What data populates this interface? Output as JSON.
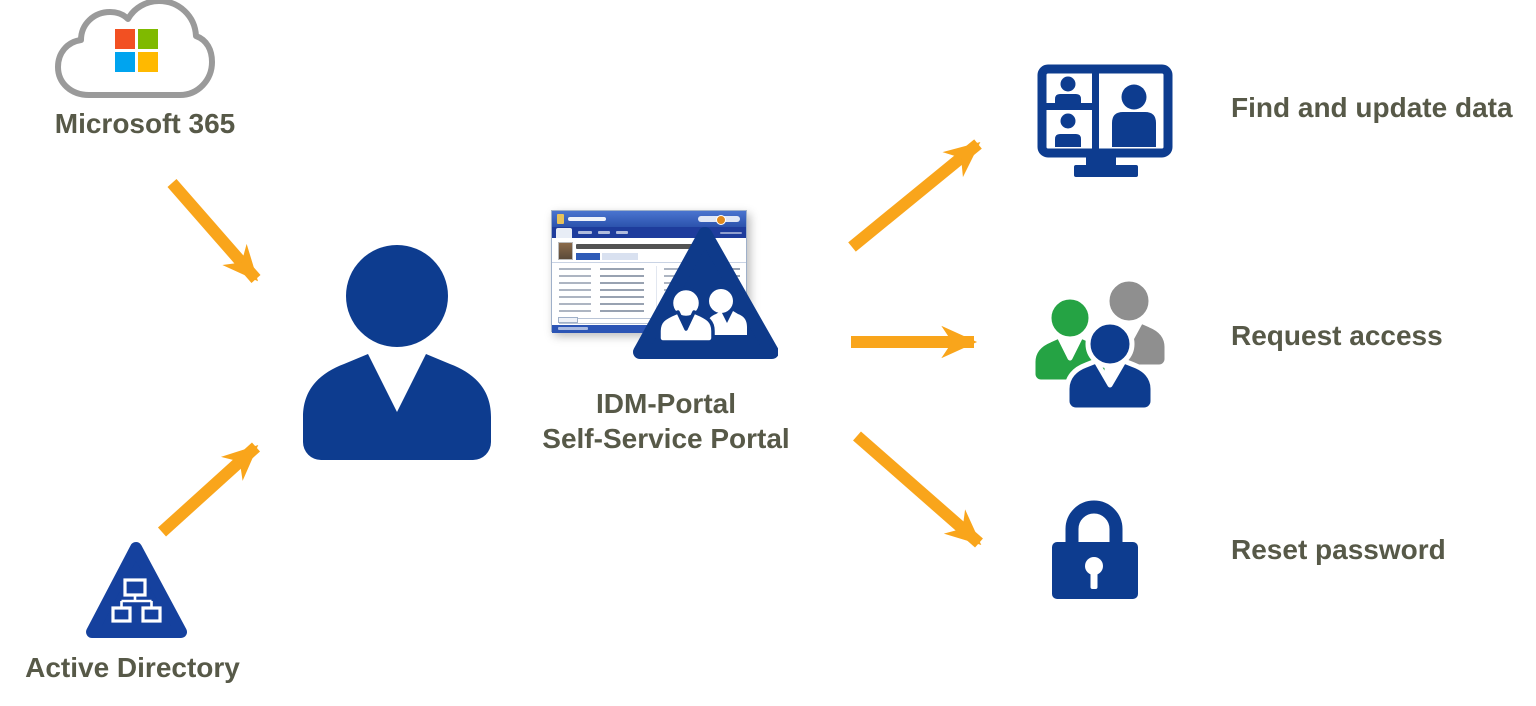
{
  "background_color": "#ffffff",
  "colors": {
    "primary_blue": "#0d3c8f",
    "active_directory_blue": "#15419e",
    "portal_triangle_blue": "#0e3a8a",
    "arrow_orange": "#F9A51B",
    "label_text": "#575948",
    "person_green": "#25A344",
    "person_gray": "#8F8F8F",
    "ms_logo_red": "#F25022",
    "ms_logo_green": "#7FBA00",
    "ms_logo_blue": "#00A4EF",
    "ms_logo_yellow": "#FFB900"
  },
  "nodes": {
    "microsoft365": {
      "label": "Microsoft 365",
      "icon": "microsoft-365-cloud-icon"
    },
    "active_directory": {
      "label": "Active Directory",
      "icon": "active-directory-icon"
    },
    "user": {
      "icon": "user-icon"
    },
    "portal": {
      "label_line1": "IDM-Portal",
      "label_line2": "Self-Service Portal",
      "icon": "idm-portal-triangle-users-icon",
      "screenshot": "portal-app-window-screenshot"
    }
  },
  "actions": [
    {
      "label": "Find and update data",
      "icon": "video-meeting-monitor-icon"
    },
    {
      "label": "Request access",
      "icon": "user-group-icon"
    },
    {
      "label": "Reset password",
      "icon": "padlock-icon"
    }
  ],
  "flows": [
    {
      "from": "microsoft365",
      "to": "user"
    },
    {
      "from": "active_directory",
      "to": "user"
    },
    {
      "from": "portal",
      "to": "find-and-update-data"
    },
    {
      "from": "portal",
      "to": "request-access"
    },
    {
      "from": "portal",
      "to": "reset-password"
    }
  ]
}
